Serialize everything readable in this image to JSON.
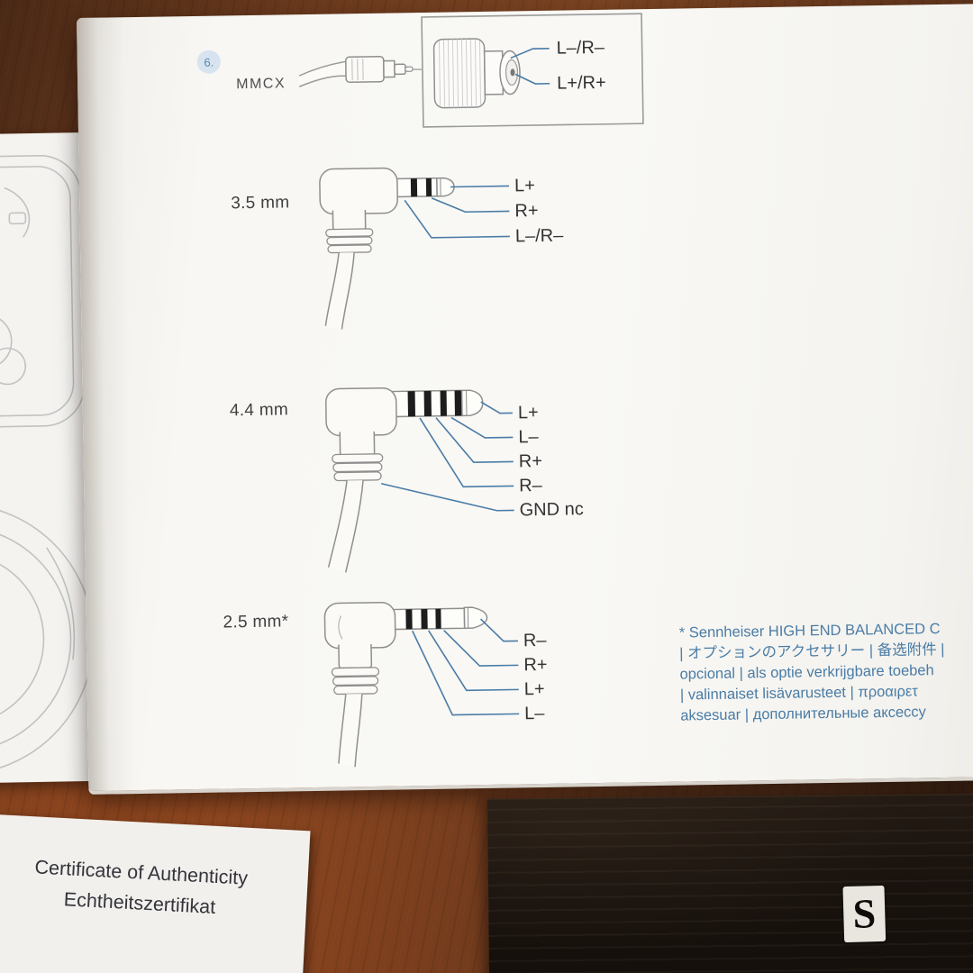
{
  "colors": {
    "accent_blue": "#4a7ca6",
    "page_white": "#f8f7f4",
    "wood_brown": "#6e3b1e",
    "box_black": "#1c1510"
  },
  "diagram": {
    "step_badge": "6.",
    "mmcx": {
      "label": "MMCX",
      "pins": [
        "L–/R–",
        "L+/R+"
      ]
    },
    "plug_35": {
      "label": "3.5 mm",
      "pins": [
        "L+",
        "R+",
        "L–/R–"
      ]
    },
    "plug_44": {
      "label": "4.4 mm",
      "pins": [
        "L+",
        "L–",
        "R+",
        "R–",
        "GND nc"
      ]
    },
    "plug_25": {
      "label": "2.5 mm*",
      "pins": [
        "R–",
        "R+",
        "L+",
        "L–"
      ]
    }
  },
  "footnote": {
    "lines": [
      "* Sennheiser HIGH END BALANCED C",
      "| オプションのアクセサリー | 备选附件 |",
      "opcional | als optie verkrijgbare toebeh",
      "| valinnaiset lisävarusteet | προαιρετ",
      "aksesuar | дополнительные аксессу"
    ]
  },
  "certificate": {
    "line1": "Certificate of Authenticity",
    "line2": "Echtheitszertifikat"
  },
  "logo": {
    "letter": "S"
  }
}
